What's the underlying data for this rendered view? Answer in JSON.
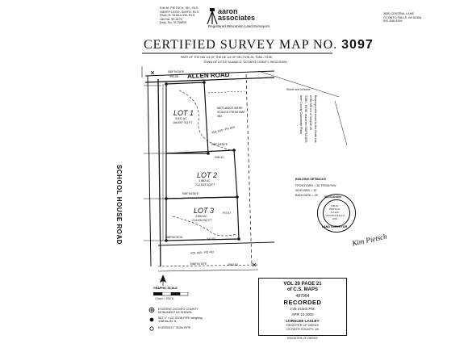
{
  "header": {
    "left_lines": [
      "KIM M. PIETSCH, SR., RLS",
      "HARRY LEGG, SMITH, RLS",
      "PAUL R. SHALLOW, RLS",
      "Job No. 99-3170",
      "Dwg. No. 3170MRK"
    ],
    "logo_line1": "aaron",
    "logo_line2": "associates",
    "logo_sub": "Registered Wisconsin Land Surveyors",
    "right_lines": [
      "3830 CENTRAL LANE",
      "OCONTO FALLS, WI 54154",
      "920-846-4264"
    ]
  },
  "title": {
    "prefix": "CERTIFIED SURVEY MAP NO.",
    "number": "3097"
  },
  "subtitle_lines": [
    "PART OF THE NW 1/4 OF THE NE 1/4 OF SECTION 26, T28N - R19E,",
    "TOWN OF LITTLE SUAMICO, OCONTO COUNTY, WISCONSIN."
  ],
  "sheet_note": "Sheet one of three",
  "roads": {
    "north": "ALLEN ROAD",
    "west": "SCHOOL HOUSE ROAD"
  },
  "lots": [
    {
      "label": "LOT 1",
      "area": "3.831 AC",
      "sqft": "166,897 SQ FT"
    },
    {
      "label": "LOT 2",
      "area": "4.882 AC",
      "sqft": "212,633 SQ FT"
    },
    {
      "label": "LOT 3",
      "area": "4.890 AC",
      "sqft": "214,034 SQ FT"
    }
  ],
  "bearings": {
    "top": "S88°54'38\"E",
    "top_dist": "393.85",
    "mid1": "S88°54'38\"E",
    "mid1_dist": "348.41",
    "mid2": "S88°54'38\"E",
    "bottom": "N88°00'00\"W",
    "bottom_dist": "542.83",
    "south": "N88°00'00\"E",
    "south_dist": "2593.51"
  },
  "notes": {
    "wetlands": "WETLANDS WERE SCALED FROM MAP 382.",
    "vol1": "VOL 840 - PG 844",
    "vol2": "VOL 605 - PG 432",
    "pg": "PG 57",
    "side_note_lines": [
      "Bearings referenced to the North line",
      "of the NE 1/4 of Section 26,",
      "T28N - R19E, assumed S88°54'38\"E",
      "from County Coordinate Plane"
    ],
    "setbacks_title": "BUILDING SETBACKS",
    "setbacks": [
      "FRONTYARD = 30' FROM R/W",
      "SIDEYARD = 10'",
      "BACKYARD = 25'"
    ]
  },
  "seal": {
    "top_text": "WISCONSIN",
    "lines": [
      "KIM M.",
      "PIETSCH",
      "S-1220",
      "OCONTO FALLS",
      "WIS."
    ],
    "bottom_text": "LAND SURVEYOR"
  },
  "legend": {
    "scale_title": "GRAPHIC SCALE",
    "scale_note": "1 inch = 200 ft.",
    "items": [
      "EXISTING OCONTO COUNTY MONUMENT AS SHOWN",
      "SET 1\" x 24\" IRON PIPE weighing 1.68 lbs./lin. ft.",
      "EXISTING 1\" IRON PIPE"
    ]
  },
  "recorded": {
    "vol_line": "VOL 20 PAGE 21",
    "of_line": "of C.S. MAPS",
    "doc_no": "487964",
    "word": "RECORDED",
    "time": "2:45 o'clock P.M.",
    "date": "APR 12 2000",
    "name": "LORALEE LASLEY",
    "role": "REGISTER OF DEEDS",
    "county": "OCONTO COUNTY, WI",
    "footer": "REGISTER OF DEEDS"
  },
  "signature": "Kim Pietsch"
}
